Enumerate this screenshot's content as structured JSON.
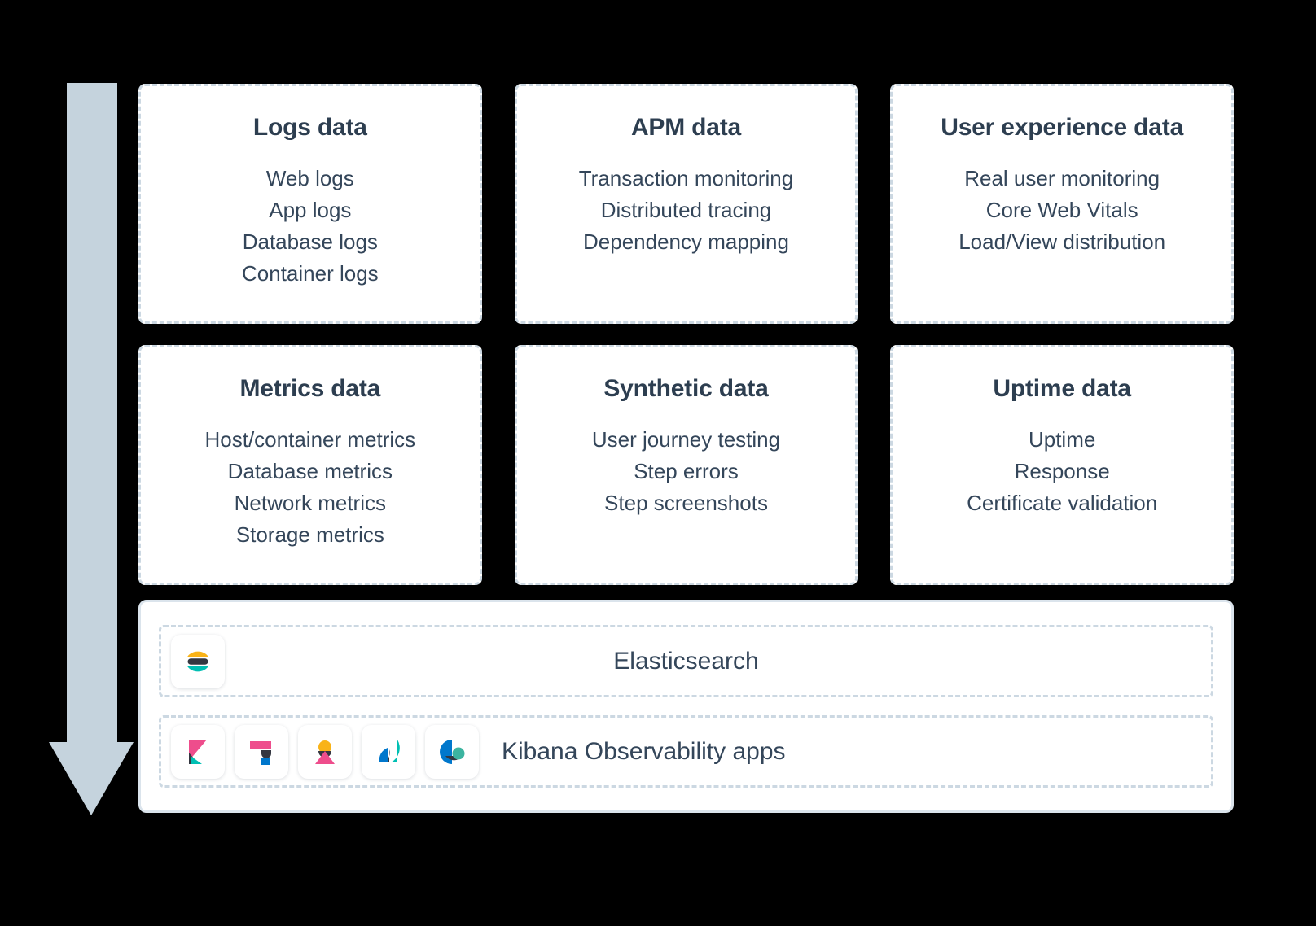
{
  "diagram": {
    "flow_arrow": {
      "direction": "down",
      "color": "#c5d3dd"
    },
    "accent_colors": {
      "card_border": "#ccd8e2",
      "panel_border": "#dbe4ec",
      "text": "#34465a",
      "heading": "#2d3e50",
      "elastic_yellow": "#f9b318",
      "elastic_teal": "#00bfb3",
      "elastic_dark": "#343741",
      "elastic_pink": "#ee4d8c",
      "elastic_blue": "#0077cc"
    }
  },
  "cards": [
    {
      "title": "Logs data",
      "items": [
        "Web logs",
        "App logs",
        "Database logs",
        "Container logs"
      ]
    },
    {
      "title": "APM data",
      "items": [
        "Transaction monitoring",
        "Distributed tracing",
        "Dependency mapping"
      ]
    },
    {
      "title": "User experience data",
      "items": [
        "Real user monitoring",
        "Core Web Vitals",
        "Load/View distribution"
      ]
    },
    {
      "title": "Metrics data",
      "items": [
        "Host/container metrics",
        "Database metrics",
        "Network metrics",
        "Storage metrics"
      ]
    },
    {
      "title": "Synthetic data",
      "items": [
        "User journey testing",
        "Step errors",
        "Step screenshots"
      ]
    },
    {
      "title": "Uptime data",
      "items": [
        "Uptime",
        "Response",
        "Certificate validation"
      ]
    }
  ],
  "platform": {
    "storage_row": {
      "label": "Elasticsearch",
      "icon": "elasticsearch-logo-icon"
    },
    "apps_row": {
      "label": "Kibana Observability apps",
      "icons": [
        "kibana-logo-icon",
        "logs-app-icon",
        "metrics-app-icon",
        "apm-app-icon",
        "uptime-app-icon"
      ]
    }
  }
}
